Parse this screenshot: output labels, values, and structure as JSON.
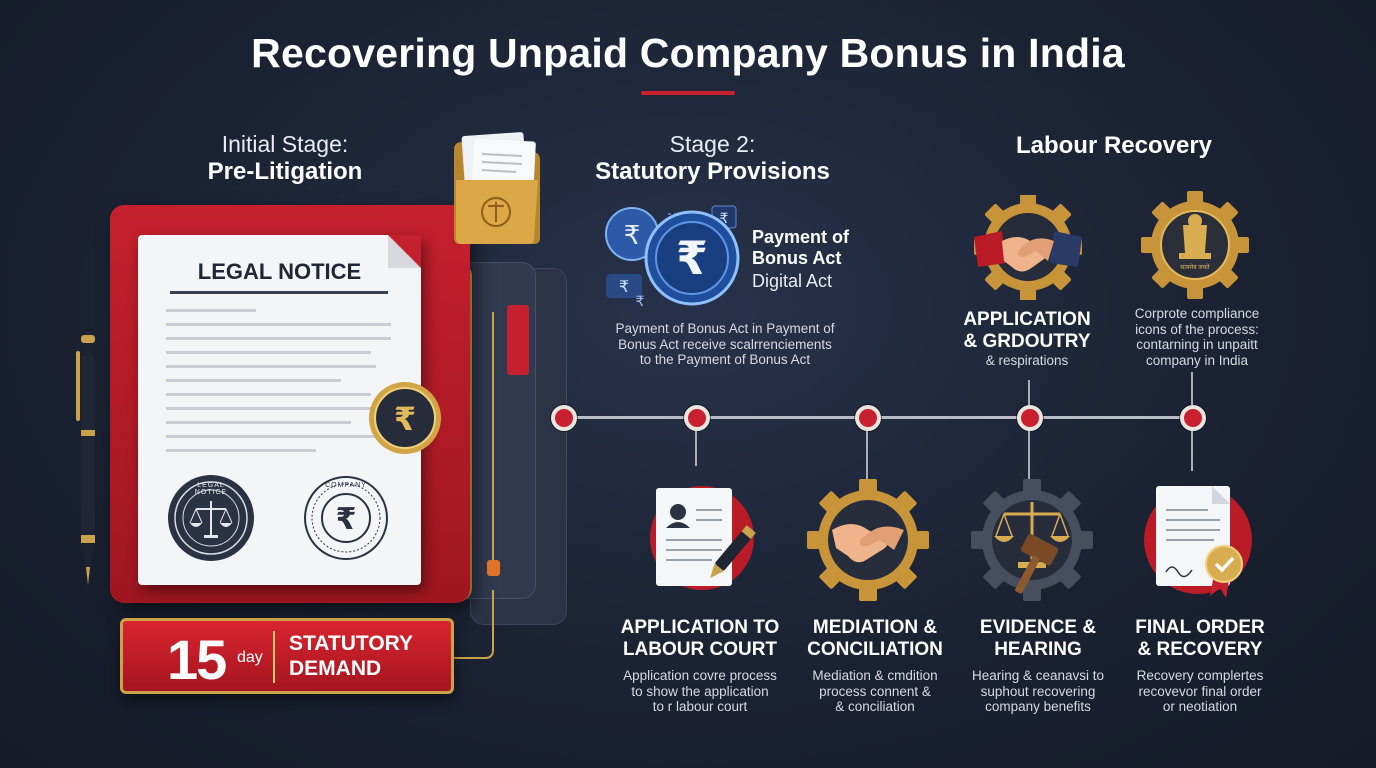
{
  "title": "Recovering Unpaid Company Bonus in India",
  "stage1": {
    "label": "Initial Stage:",
    "name": "Pre-Litigation"
  },
  "stage2": {
    "label": "Stage 2:",
    "name": "Statutory Provisions"
  },
  "stage3": {
    "name": "Labour Recovery"
  },
  "legal_notice": {
    "doc_title": "LEGAL NOTICE",
    "seal_left_text": "LEGAL NOTICE",
    "seal_right_text": "COMPANY",
    "currency_symbol": "₹"
  },
  "statutory_demand": {
    "number": "15",
    "unit": "day",
    "text_line1": "STATUTORY",
    "text_line2": "DEMAND"
  },
  "payment_act": {
    "title_line1": "Payment of",
    "title_line2": "Bonus Act",
    "subtitle": "Digital Act",
    "desc_line1": "Payment of Bonus Act in Payment of",
    "desc_line2": "Bonus Act receive scalrrenciements",
    "desc_line3": "to the Payment of Bonus Act"
  },
  "labour_top": [
    {
      "title_line1": "APPLICATION",
      "title_line2": "& GRDOUTRY",
      "desc": [
        "& respirations"
      ],
      "icon": "handshake-icon"
    },
    {
      "title_line1": "",
      "title_line2": "",
      "desc": [
        "Corprote compliance",
        "icons of the process:",
        "contarning in unpaitt",
        "company in India"
      ],
      "icon": "emblem-icon",
      "emblem_text": "सत्यमेव जयते"
    }
  ],
  "steps": [
    {
      "title_line1": "APPLICATION TO",
      "title_line2": "LABOUR COURT",
      "desc": [
        "Application covre process",
        "to show the application",
        "to r labour court"
      ],
      "icon": "application-form-icon"
    },
    {
      "title_line1": "MEDIATION &",
      "title_line2": "CONCILIATION",
      "desc": [
        "Mediation & cmdition",
        "process connent &",
        "& conciliation"
      ],
      "icon": "mediation-handshake-icon"
    },
    {
      "title_line1": "EVIDENCE &",
      "title_line2": "HEARING",
      "desc": [
        "Hearing & ceanavsi to",
        "suphout recovering",
        "company benefits"
      ],
      "icon": "gavel-scales-icon"
    },
    {
      "title_line1": "FINAL ORDER",
      "title_line2": "& RECOVERY",
      "desc": [
        "Recovery complertes",
        "recovevor final order",
        "or neotiation"
      ],
      "icon": "final-order-icon"
    }
  ],
  "colors": {
    "accent_red": "#c8202e",
    "gold": "#c9a24a",
    "navy": "#1b2233"
  }
}
